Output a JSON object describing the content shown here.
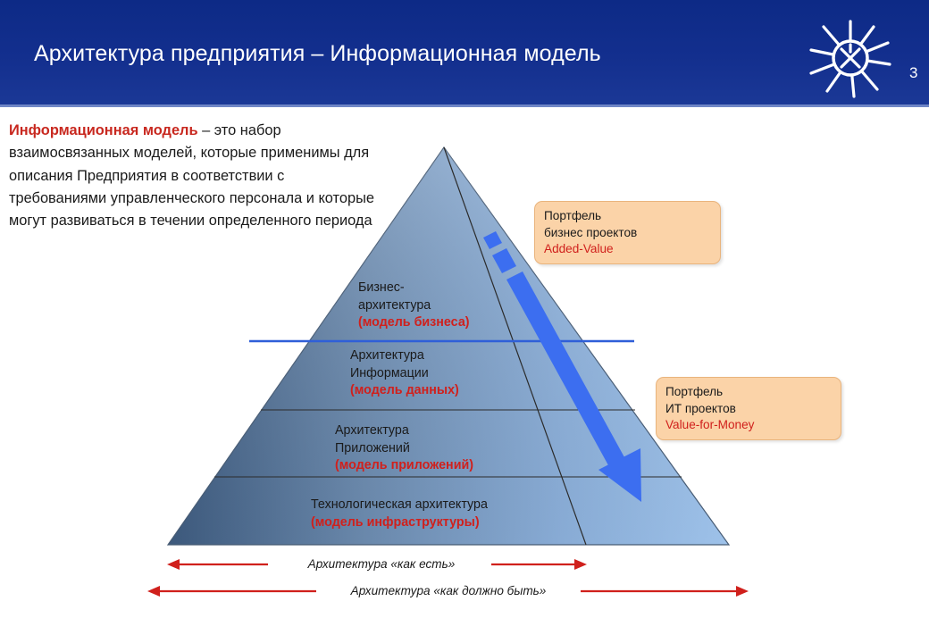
{
  "header": {
    "title": "Архитектура предприятия – Информационная модель",
    "slide_number": "3",
    "logo_icon": "grid-company-logo-icon"
  },
  "intro": {
    "highlight": "Информационная модель",
    "text": " – это набор взаимосвязанных моделей, которые применимы для описания Предприятия в соответствии с требованиями управленческого персонала и которые могут развиваться в течении определенного периода"
  },
  "pyramid": {
    "layers": [
      {
        "line1": "Бизнес-",
        "line2": "архитектура",
        "sub": "(модель бизнеса)"
      },
      {
        "line1": "Архитектура",
        "line2": "Информации",
        "sub": "(модель данных)"
      },
      {
        "line1": "Архитектура",
        "line2": "Приложений",
        "sub": "(модель приложений)"
      },
      {
        "line1": "Технологическая архитектура",
        "line2": "",
        "sub": "(модель инфраструктуры)"
      }
    ]
  },
  "callouts": [
    {
      "line1": "Портфель",
      "line2": "бизнес проектов",
      "highlight": "Added-Value"
    },
    {
      "line1": "Портфель",
      "line2": "ИТ проектов",
      "highlight": "Value-for-Money"
    }
  ],
  "spans": {
    "as_is": "Архитектура «как есть»",
    "to_be": "Архитектура «как должно быть»"
  },
  "colors": {
    "header_blue": "#132f8e",
    "accent_red": "#d0201c",
    "divider_blue": "#2f5fd8",
    "arrow_blue": "#3c6ef0",
    "callout_fill": "#fbd3a8"
  }
}
